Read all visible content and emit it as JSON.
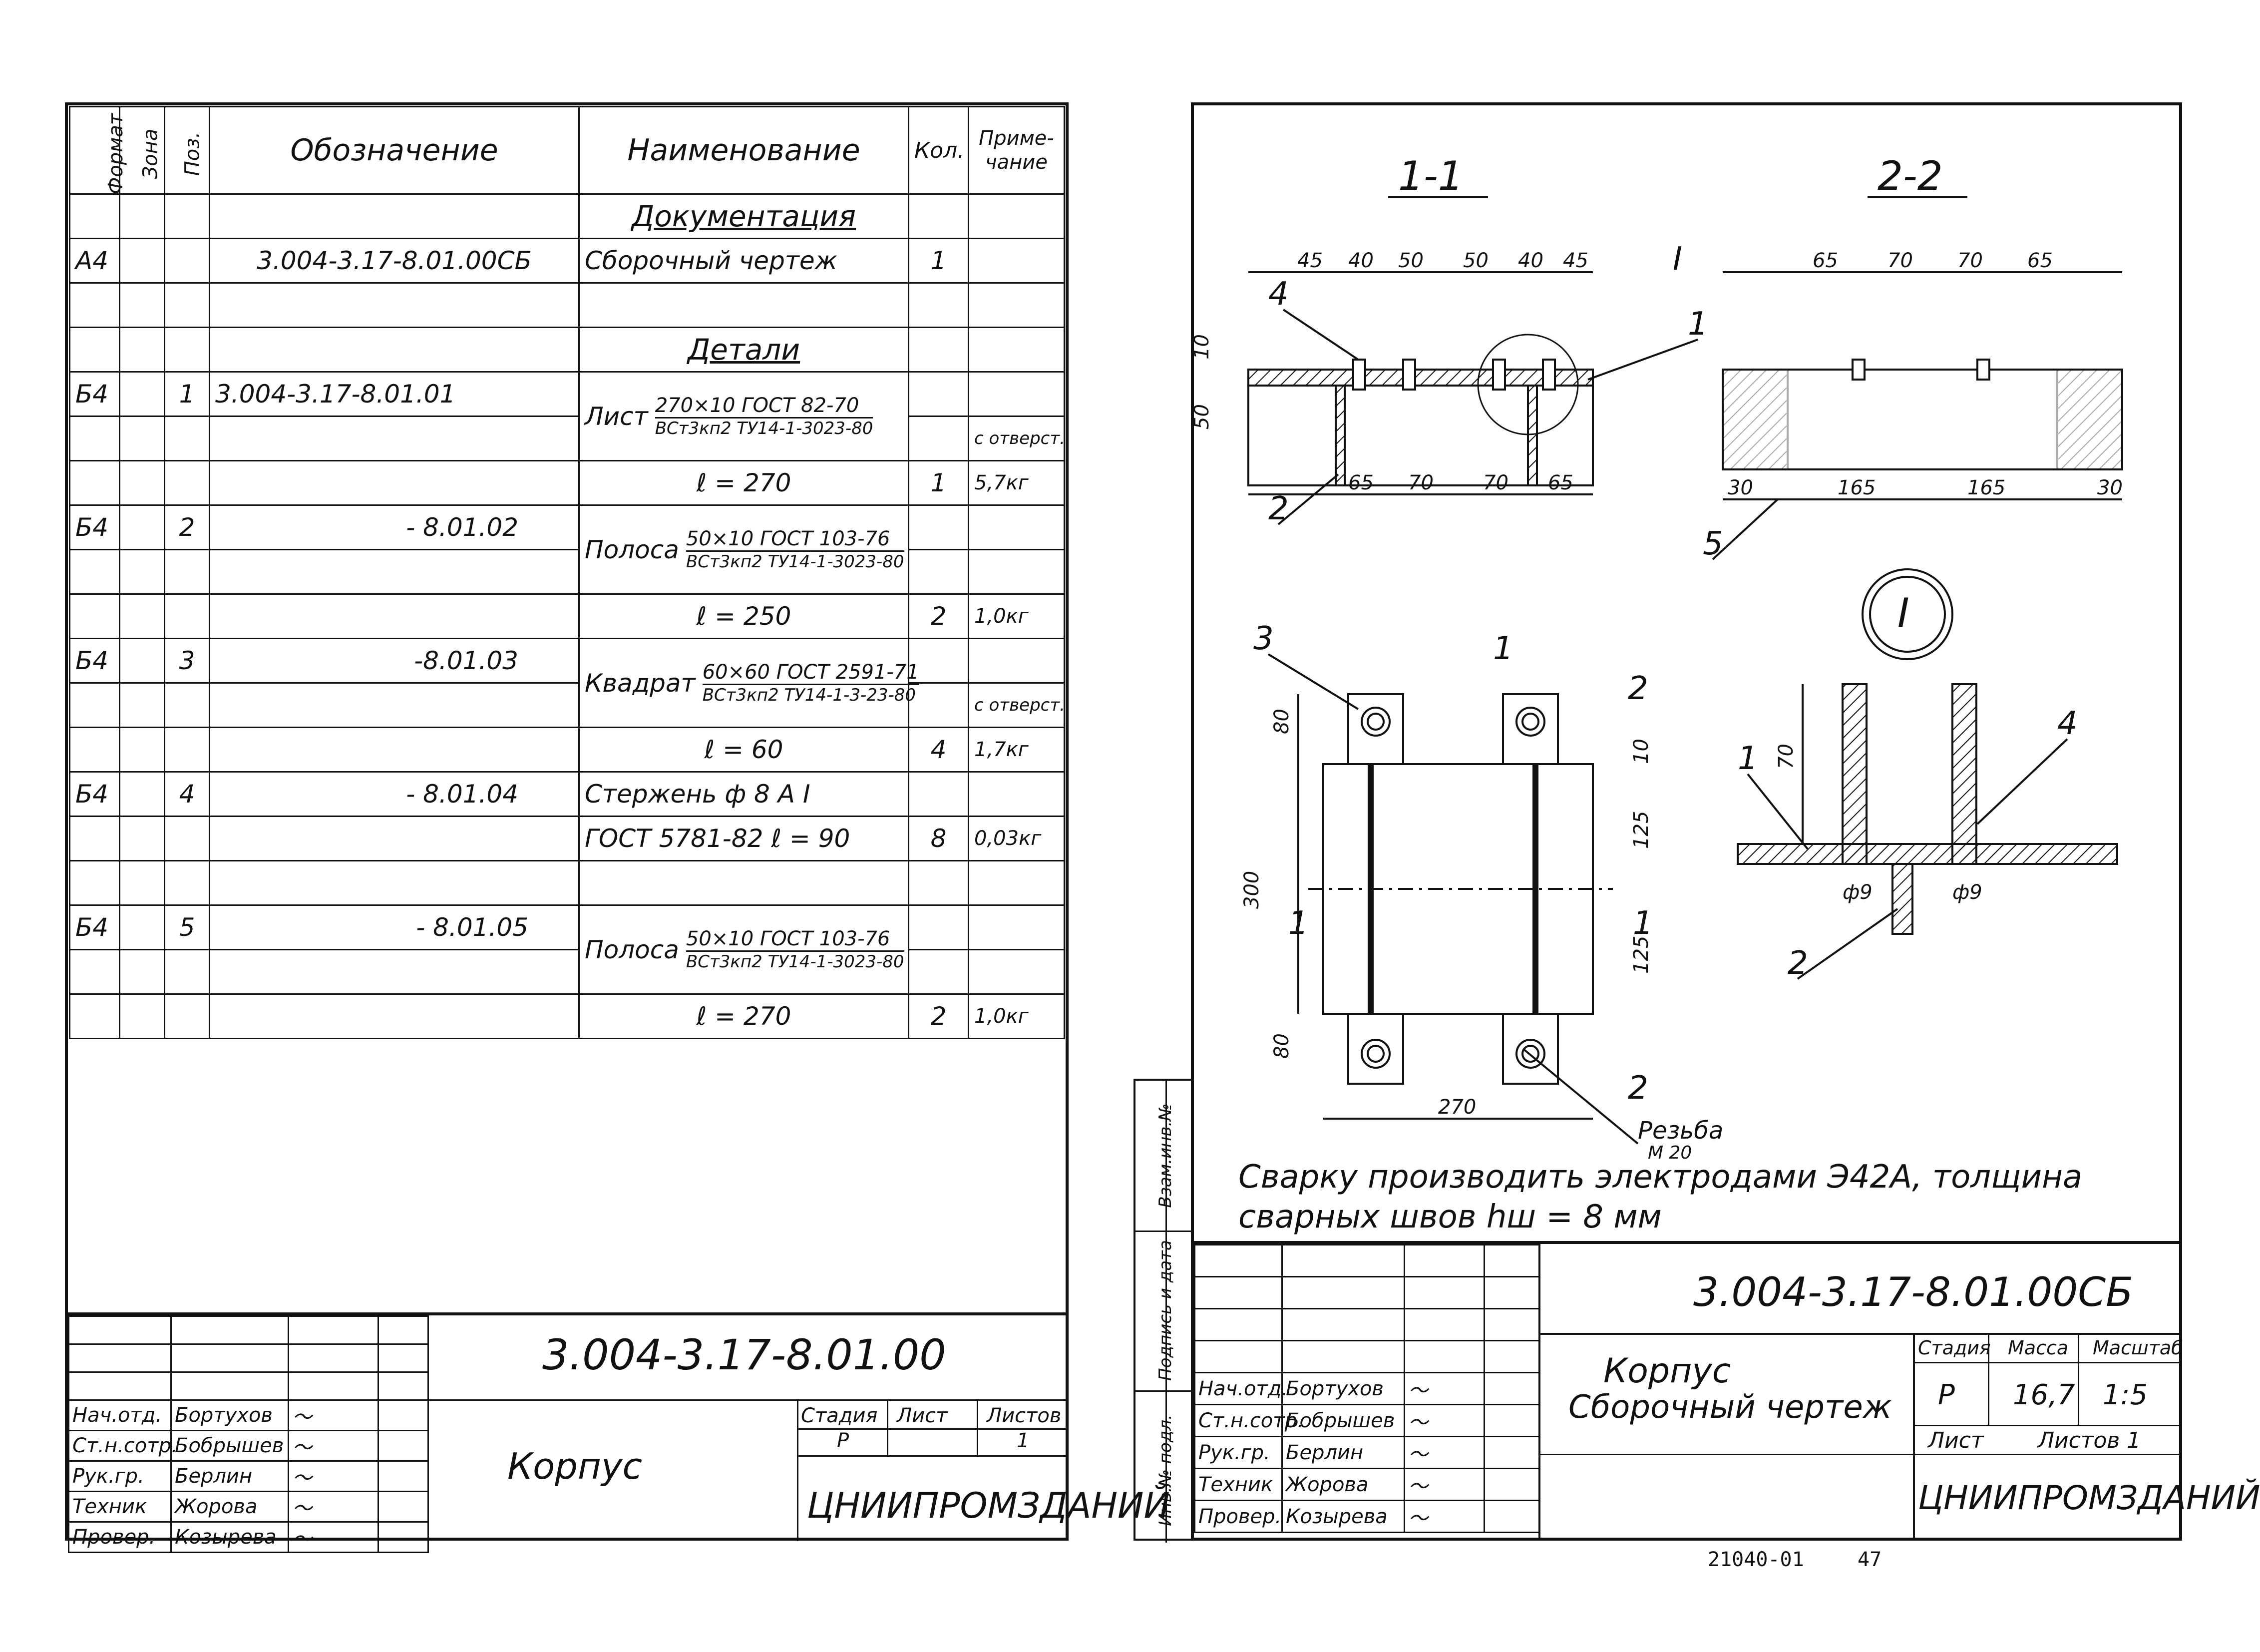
{
  "spec": {
    "headers": {
      "format": "Формат",
      "zone": "Зона",
      "pos": "Поз.",
      "designation": "Обозначение",
      "name": "Наименование",
      "qty": "Кол.",
      "note_l1": "Приме-",
      "note_l2": "чание"
    },
    "section_doc": "Документация",
    "section_parts": "Детали",
    "doc_row": {
      "format": "А4",
      "designation": "3.004-3.17-8.01.00СБ",
      "name": "Сборочный чертеж",
      "qty": "1"
    },
    "rows": [
      {
        "format": "Б4",
        "pos": "1",
        "designation": "3.004-3.17-8.01.01",
        "name_head": "Лист",
        "name_top": "270×10 ГОСТ 82-70",
        "name_bottom": "ВСт3кп2 ТУ14-1-3023-80",
        "note1": "с отверст.",
        "len": "ℓ = 270",
        "qty": "1",
        "note2": "5,7кг"
      },
      {
        "format": "Б4",
        "pos": "2",
        "designation": "- 8.01.02",
        "name_head": "Полоса",
        "name_top": "50×10 ГОСТ 103-76",
        "name_bottom": "ВСт3кп2 ТУ14-1-3023-80",
        "note1": "",
        "len": "ℓ = 250",
        "qty": "2",
        "note2": "1,0кг"
      },
      {
        "format": "Б4",
        "pos": "3",
        "designation": "-8.01.03",
        "name_head": "Квадрат",
        "name_top": "60×60 ГОСТ 2591-71",
        "name_bottom": "ВСт3кп2 ТУ14-1-3-23-80",
        "note1": "с отверст.",
        "len": "ℓ = 60",
        "qty": "4",
        "note2": "1,7кг"
      },
      {
        "format": "Б4",
        "pos": "4",
        "designation": "- 8.01.04",
        "name_l1": "Стержень ф 8 А I",
        "name_l2": "ГОСТ 5781-82  ℓ = 90",
        "qty": "8",
        "note2": "0,03кг"
      },
      {
        "format": "Б4",
        "pos": "5",
        "designation": "- 8.01.05",
        "name_head": "Полоса",
        "name_top": "50×10 ГОСТ 103-76",
        "name_bottom": "ВСт3кп2 ТУ14-1-3023-80",
        "len": "ℓ = 270",
        "qty": "2",
        "note2": "1,0кг"
      }
    ]
  },
  "left_title": {
    "code": "3.004-3.17-8.01.00",
    "name": "Корпус",
    "org": "ЦНИИПРОМЗДАНИЙ",
    "stage_label": "Стадия",
    "sheet_label": "Лист",
    "sheets_label": "Листов",
    "stage": "Р",
    "sheets": "1",
    "signers": [
      {
        "role": "Нач.отд.",
        "name": "Бортухов"
      },
      {
        "role": "Ст.н.сотр.",
        "name": "Бобрышев"
      },
      {
        "role": "Рук.гр.",
        "name": "Берлин"
      },
      {
        "role": "Техник",
        "name": "Жорова"
      },
      {
        "role": "Провер.",
        "name": "Козырева"
      }
    ]
  },
  "drawing": {
    "section_1": "1-1",
    "section_2": "2-2",
    "detail_mark": "I",
    "dims_1_top": [
      "45",
      "40",
      "50",
      "50",
      "40",
      "45"
    ],
    "dims_1_bottom": [
      "65",
      "70",
      "70",
      "65"
    ],
    "dims_2_top": [
      "65",
      "70",
      "70",
      "65"
    ],
    "dims_2_bottom": [
      "30",
      "165",
      "165",
      "30"
    ],
    "dim_10": "10",
    "dim_50": "50",
    "dim_80": "80",
    "dim_125": "125",
    "dim_300": "300",
    "dim_270": "270",
    "dim_70": "70",
    "dim_phi9": "ф9",
    "callouts": [
      "1",
      "2",
      "3",
      "4",
      "5"
    ],
    "cut_mark_1": "1",
    "cut_mark_2": "2",
    "thread_label": "Резьба",
    "thread_size": "М 20",
    "note_line1": "Сварку производить электродами Э42А, толщина",
    "note_line2": "сварных швов  hш = 8 мм"
  },
  "right_title": {
    "code": "3.004-3.17-8.01.00СБ",
    "name_l1": "Корпус",
    "name_l2": "Сборочный чертеж",
    "stage_label": "Стадия",
    "mass_label": "Масса",
    "scale_label": "Масштаб",
    "stage": "Р",
    "mass": "16,7",
    "scale": "1:5",
    "sheet_label": "Лист",
    "sheets_label": "Листов 1",
    "org": "ЦНИИПРОМЗДАНИЙ",
    "signers": [
      {
        "role": "Нач.отд.",
        "name": "Бортухов"
      },
      {
        "role": "Ст.н.сотр.",
        "name": "Бобрышев"
      },
      {
        "role": "Рук.гр.",
        "name": "Берлин"
      },
      {
        "role": "Техник",
        "name": "Жорова"
      },
      {
        "role": "Провер.",
        "name": "Козырева"
      }
    ]
  },
  "side_stamp": {
    "label1": "Взам.инв.№",
    "label2": "Подпись и дата",
    "label3": "Инв.№ подл."
  },
  "footer": {
    "code": "21040-01",
    "page": "47"
  }
}
